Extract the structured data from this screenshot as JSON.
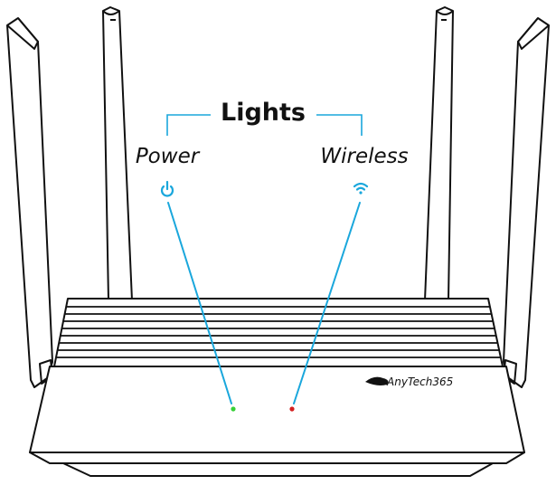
{
  "diagram": {
    "title": "Lights",
    "labels": {
      "power": "Power",
      "wireless": "Wireless"
    },
    "icons": {
      "power": "power-icon",
      "wireless": "wifi-icon"
    },
    "brand": "AnyTech365",
    "colors": {
      "callout": "#1aa7dc",
      "power_led": "#38d038",
      "wireless_led": "#d42020",
      "outline": "#111111"
    }
  }
}
